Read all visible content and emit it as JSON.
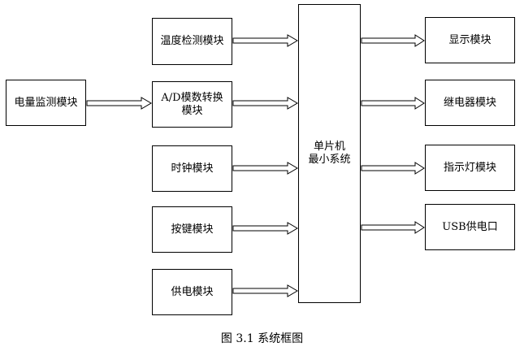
{
  "modules": {
    "power_monitor": "电量监测模块",
    "temperature": "温度检测模块",
    "adc": "A/D模数转换模块",
    "clock": "时钟模块",
    "keys": "按键模块",
    "power_supply": "供电模块",
    "mcu_line1": "单片机",
    "mcu_line2": "最小系统",
    "display": "显示模块",
    "relay": "继电器模块",
    "indicator": "指示灯模块",
    "usb": "USB供电口"
  },
  "caption": "图 3.1  系统框图"
}
